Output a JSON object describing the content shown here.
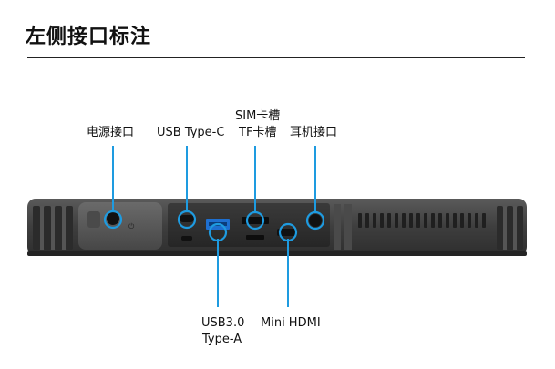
{
  "title": "左侧接口标注",
  "labels": {
    "power": "电源接口",
    "usb_c": "USB Type-C",
    "sim_line1": "SIM卡槽",
    "sim_line2": "TF卡槽",
    "headphone": "耳机接口",
    "usb3_line1": "USB3.0",
    "usb3_line2": "Type-A",
    "hdmi": "Mini HDMI"
  },
  "colors": {
    "accent": "#1E9BE0",
    "body_dark": "#3c3c3c",
    "body_mid": "#555555",
    "port_black": "#111111"
  }
}
